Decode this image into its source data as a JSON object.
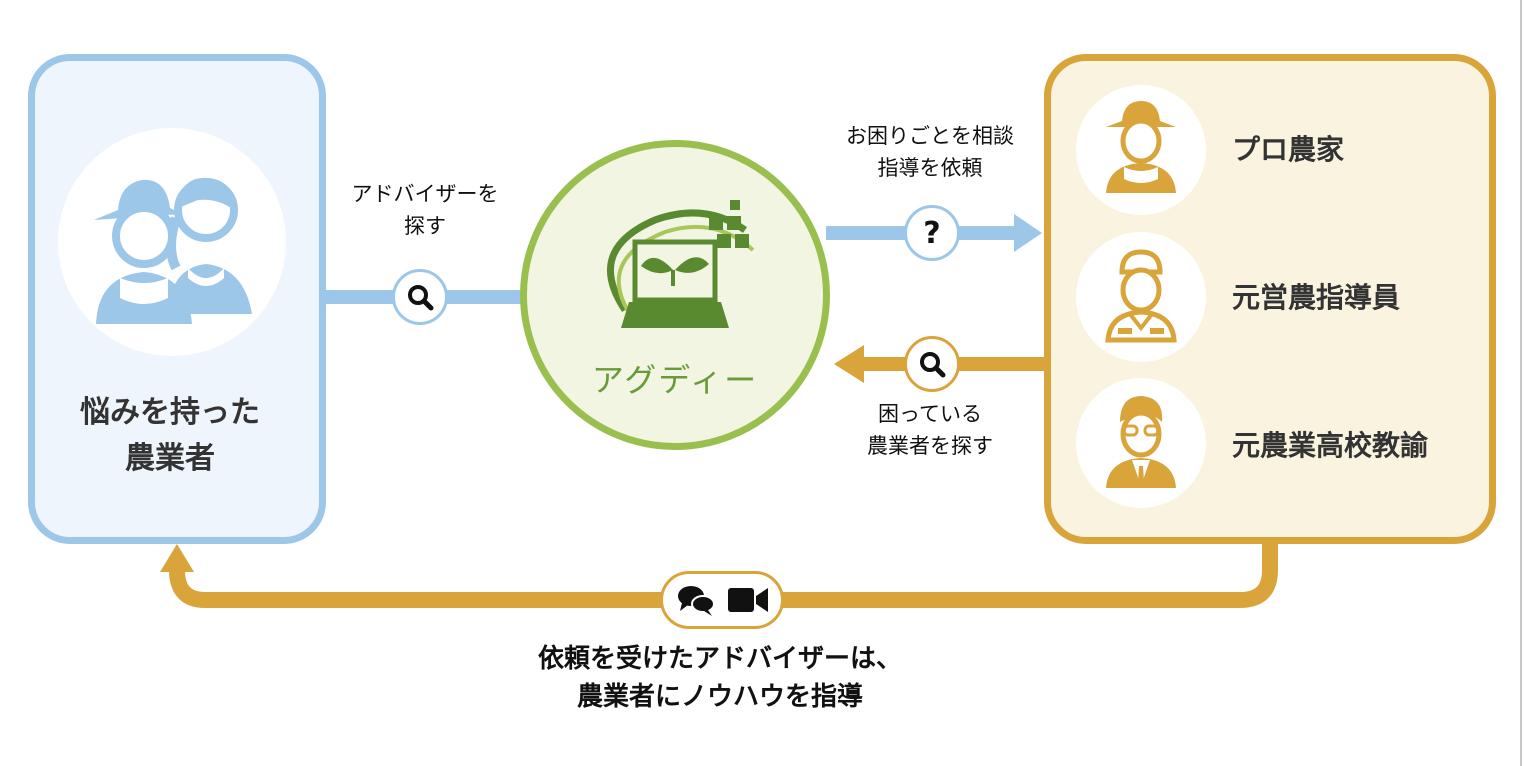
{
  "colors": {
    "blue_accent": "#9cc7e8",
    "blue_fill": "#eef5fc",
    "gold_accent": "#d9a43a",
    "gold_fill": "#faf3e0",
    "green_accent": "#99c04e",
    "green_dark": "#5a8a30",
    "text": "#333333"
  },
  "farmer_box": {
    "icon": "farmers-couple-icon",
    "label_line1": "悩みを持った",
    "label_line2": "農業者"
  },
  "search_advisor": {
    "line1": "アドバイザーを",
    "line2": "探す",
    "icon": "search-icon"
  },
  "hub": {
    "logo": "laptop-sprout-logo",
    "name": "アグディー"
  },
  "consult": {
    "line1": "お困りごとを相談",
    "line2": "指導を依頼",
    "icon": "question-icon"
  },
  "search_farmer": {
    "line1": "困っている",
    "line2": "農業者を探す",
    "icon": "search-icon"
  },
  "advisors": [
    {
      "icon": "farmer-hat-icon",
      "label": "プロ農家"
    },
    {
      "icon": "cap-worker-icon",
      "label": "元営農指導員"
    },
    {
      "icon": "teacher-glasses-icon",
      "label": "元農業高校教諭"
    }
  ],
  "guidance": {
    "icons": [
      "chat-bubbles-icon",
      "video-camera-icon"
    ],
    "line1": "依頼を受けたアドバイザーは、",
    "line2": "農業者にノウハウを指導"
  }
}
